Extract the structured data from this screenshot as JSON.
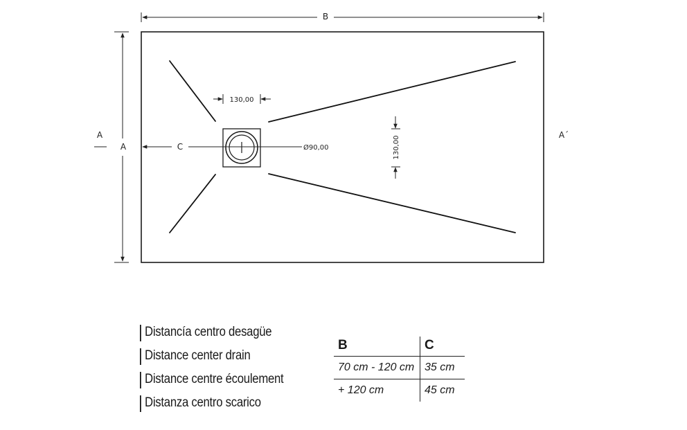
{
  "drawing": {
    "label_b": "B",
    "label_a_left": "A",
    "label_a_inner": "A",
    "label_a_prime": "A´",
    "label_c": "C",
    "dim_drain_width": "130,00",
    "dim_drain_height": "130,00",
    "dim_drain_diameter": "Ø90,00"
  },
  "legend": {
    "items": [
      "Distancía centro desagüe",
      "Distance center drain",
      "Distance centre écoulement",
      "Distanza centro scarico"
    ]
  },
  "table": {
    "headers": [
      "B",
      "C"
    ],
    "rows": [
      [
        "70 cm  - 120 cm",
        "35 cm"
      ],
      [
        "+ 120 cm",
        "45 cm"
      ]
    ]
  }
}
